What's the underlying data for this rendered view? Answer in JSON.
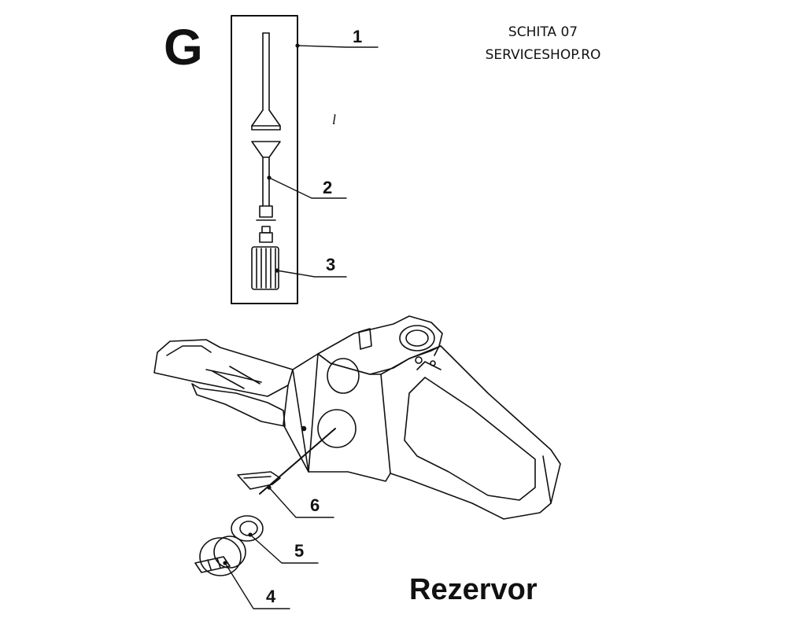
{
  "diagram": {
    "section_letter": "G",
    "header_lines": [
      "SCHITA 07",
      "SERVICESHOP.RO"
    ],
    "caption": "Rezervor",
    "stray_mark": "l",
    "callouts": [
      {
        "number": "1"
      },
      {
        "number": "2"
      },
      {
        "number": "3"
      },
      {
        "number": "4"
      },
      {
        "number": "5"
      },
      {
        "number": "6"
      }
    ]
  },
  "colors": {
    "line": "#111111",
    "background": "#ffffff",
    "shade": "#555555"
  }
}
